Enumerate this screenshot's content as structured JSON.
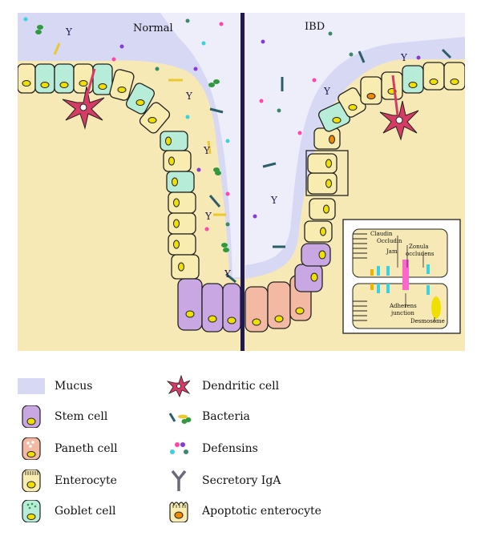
{
  "panels": {
    "left_title": "Normal",
    "right_title": "IBD"
  },
  "inset": {
    "claudin": "Claudin",
    "occludin": "Occludin",
    "jam": "Jam",
    "zonula_1": "Zonula",
    "zonula_2": "occludens",
    "adherens_1": "Adherens",
    "adherens_2": "junction",
    "desmosome": "Desmosome"
  },
  "legend": {
    "left": [
      {
        "label": "Mucus",
        "icon": "mucus-swatch"
      },
      {
        "label": "Stem cell",
        "icon": "stem-cell-icon"
      },
      {
        "label": "Paneth cell",
        "icon": "paneth-cell-icon"
      },
      {
        "label": "Enterocyte",
        "icon": "enterocyte-icon"
      },
      {
        "label": "Goblet cell",
        "icon": "goblet-cell-icon"
      }
    ],
    "right": [
      {
        "label": "Dendritic cell",
        "icon": "dendritic-cell-icon"
      },
      {
        "label": "Bacteria",
        "icon": "bacteria-icon"
      },
      {
        "label": "Defensins",
        "icon": "defensins-icon"
      },
      {
        "label": "Secretory IgA",
        "icon": "secretory-iga-icon"
      },
      {
        "label": "Apoptotic enterocyte",
        "icon": "apoptotic-enterocyte-icon"
      }
    ]
  },
  "colors": {
    "tissue": "#f6e9b5",
    "mucus": "#d7d8f3",
    "lumen": "#eeeefb",
    "stem": "#c9a7e3",
    "paneth": "#f3b9a2",
    "enterocyte": "#f8ecb1",
    "goblet": "#b6ecd8",
    "dendritic": "#d63b66",
    "divider": "#1e1a4f"
  }
}
